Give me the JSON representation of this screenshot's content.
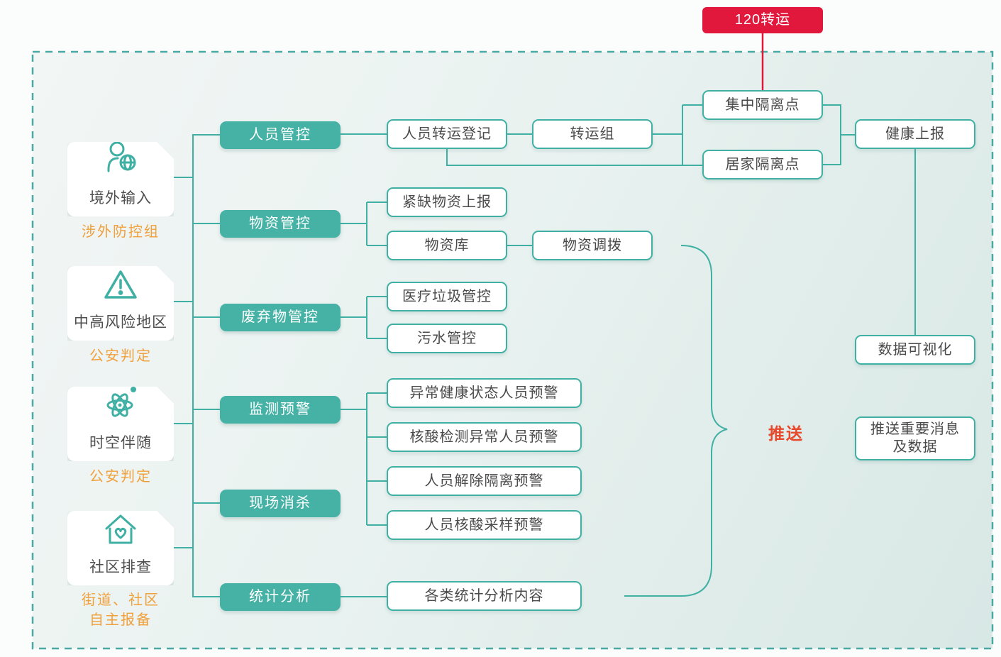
{
  "palette": {
    "teal_line": "#3fb0a3",
    "teal_fill": "#45b2a5",
    "dashed_border": "#4aa9a2",
    "red": "#e1173c",
    "orange": "#f0a03c",
    "push_red": "#e8492c",
    "text_dark": "#4a4a4a"
  },
  "top_node": {
    "label": "120转运"
  },
  "sources": [
    {
      "label": "境外输入",
      "sublabel": "涉外防控组",
      "icon": "person-globe-icon"
    },
    {
      "label": "中高风险地区",
      "sublabel": "公安判定",
      "icon": "warning-triangle-icon"
    },
    {
      "label": "时空伴随",
      "sublabel": "公安判定",
      "icon": "atom-icon"
    },
    {
      "label": "社区排查",
      "sublabel": "街道、社区",
      "sublabel2": "自主报备",
      "icon": "house-heart-icon"
    }
  ],
  "modules": [
    "人员管控",
    "物资管控",
    "废弃物管控",
    "监测预警",
    "现场消杀",
    "统计分析"
  ],
  "nodes": {
    "transfer_registration": "人员转运登记",
    "transfer_group": "转运组",
    "central_isolation": "集中隔离点",
    "home_isolation": "居家隔离点",
    "health_report": "健康上报",
    "scarce_supplies_report": "紧缺物资上报",
    "supplies_warehouse": "物资库",
    "supplies_allocation": "物资调拨",
    "medical_waste_control": "医疗垃圾管控",
    "sewage_control": "污水管控",
    "abnormal_health_warning": "异常健康状态人员预警",
    "nucleic_abnormal_warning": "核酸检测异常人员预警",
    "release_isolation_warning": "人员解除隔离预警",
    "nucleic_sampling_warning": "人员核酸采样预警",
    "stats_content": "各类统计分析内容",
    "data_visualization": "数据可视化",
    "push_messages_line1": "推送重要消息",
    "push_messages_line2": "及数据"
  },
  "push": {
    "label": "推送"
  }
}
